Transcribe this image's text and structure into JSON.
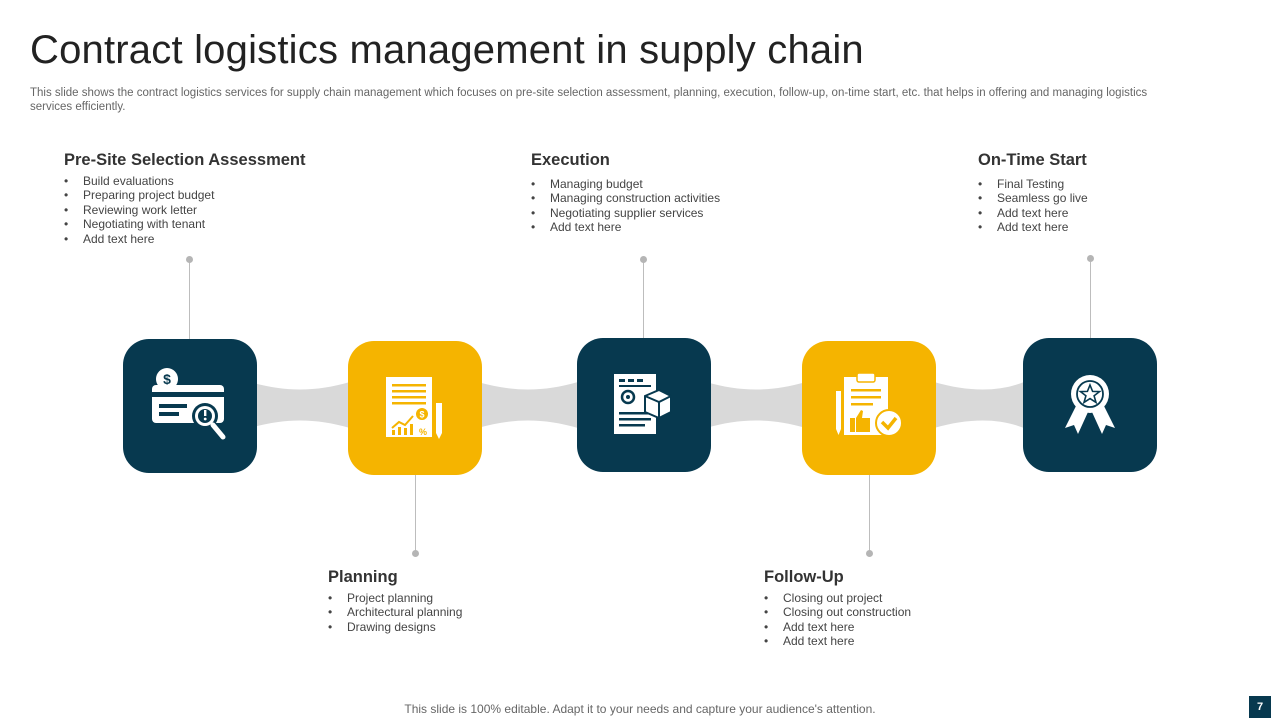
{
  "title": "Contract logistics management in supply chain",
  "subtitle": "This slide shows the contract logistics services for supply chain management which focuses on pre-site selection assessment, planning, execution, follow-up, on-time start, etc. that helps in offering and managing logistics services efficiently.",
  "colors": {
    "dark": "#07394f",
    "gold": "#f5b400",
    "connector": "#d9d9d9"
  },
  "steps": [
    {
      "heading": "Pre-Site Selection Assessment",
      "icon": "payment-search-icon",
      "items": [
        "Build evaluations",
        "Preparing project budget",
        "Reviewing work letter",
        "Negotiating with tenant",
        "Add text here"
      ]
    },
    {
      "heading": "Planning",
      "icon": "financial-report-icon",
      "items": [
        "Project planning",
        "Architectural planning",
        "Drawing designs"
      ]
    },
    {
      "heading": "Execution",
      "icon": "shipping-document-icon",
      "items": [
        "Managing budget",
        "Managing construction activities",
        "Negotiating supplier services",
        "Add text here"
      ]
    },
    {
      "heading": "Follow-Up",
      "icon": "approval-clipboard-icon",
      "items": [
        "Closing out project",
        "Closing out construction",
        "Add text here",
        "Add text here"
      ]
    },
    {
      "heading": "On-Time Start",
      "icon": "award-badge-icon",
      "items": [
        "Final Testing",
        "Seamless go live",
        "Add text here",
        "Add text here"
      ]
    }
  ],
  "footer": "This slide is 100% editable. Adapt it to your needs and capture your audience's attention.",
  "page_number": "7"
}
